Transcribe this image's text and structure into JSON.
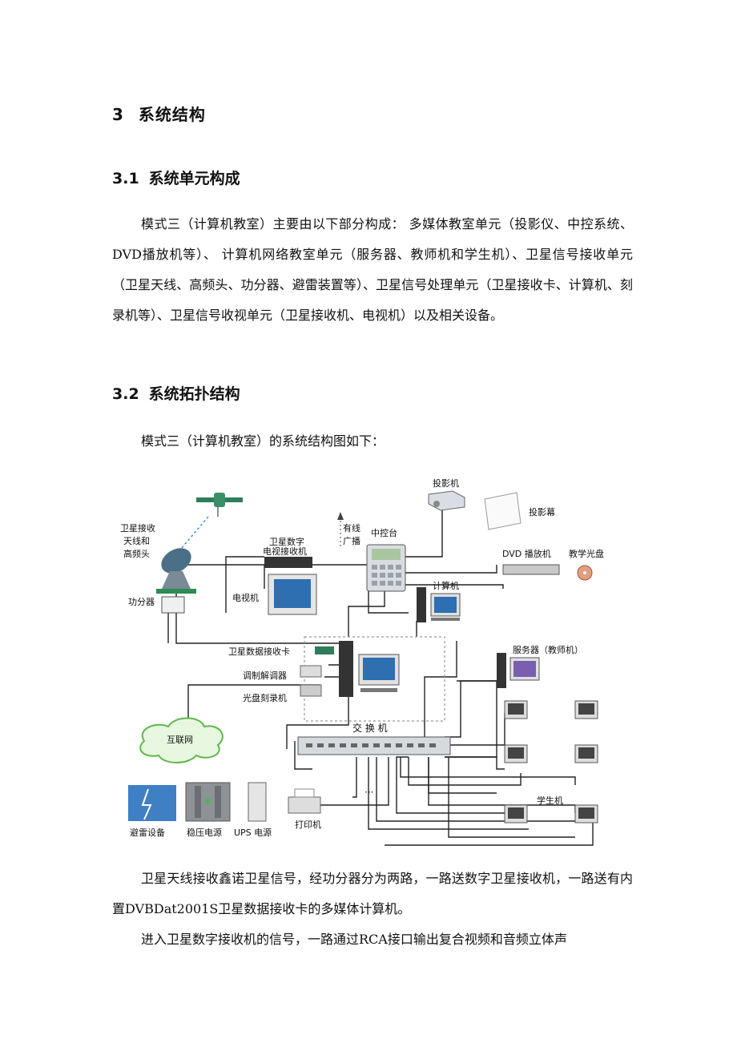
{
  "heading1": {
    "number": "3",
    "title": "系统结构"
  },
  "section1": {
    "number": "3.1",
    "title": "系统单元构成",
    "body": "模式三（计算机教室）主要由以下部分构成： 多媒体教室单元（投影仪、中控系统、DVD播放机等）、 计算机网络教室单元（服务器、教师机和学生机）、卫星信号接收单元（卫星天线、高频头、功分器、避雷装置等）、卫星信号处理单元（卫星接收卡、计算机、刻录机等）、卫星信号收视单元（卫星接收机、电视机）以及相关设备。"
  },
  "section2": {
    "number": "3.2",
    "title": "系统拓扑结构",
    "intro": "模式三（计算机教室）的系统结构图如下："
  },
  "diagram": {
    "labels": {
      "satellite_antenna_l1": "卫星接收",
      "satellite_antenna_l2": "天线和",
      "satellite_antenna_l3": "高频头",
      "splitter": "功分器",
      "digital_receiver_l1": "卫星数字",
      "digital_receiver_l2": "电视接收机",
      "tv": "电视机",
      "wired_broadcast_l1": "有线",
      "wired_broadcast_l2": "广播",
      "central_console": "中控台",
      "projector": "投影机",
      "projection_screen": "投影幕",
      "dvd_player": "DVD 播放机",
      "teaching_disc": "教学光盘",
      "computer": "计算机",
      "data_card": "卫星数据接收卡",
      "modem": "调制解调器",
      "disc_burner": "光盘刻录机",
      "internet": "互联网",
      "switch": "交 换 机",
      "server": "服务器（教师机）",
      "students": "学生机",
      "lightning": "避雷设备",
      "voltage_regulator": "稳压电源",
      "ups": "UPS 电源",
      "printer": "打印机",
      "ellipsis": "···"
    }
  },
  "section2_text": {
    "p1": "卫星天线接收鑫诺卫星信号，经功分器分为两路，一路送数字卫星接收机，一路送有内置DVBDat2001S卫星数据接收卡的多媒体计算机。",
    "p2": "进入卫星数字接收机的信号，一路通过RCA接口输出复合视频和音频立体声"
  }
}
